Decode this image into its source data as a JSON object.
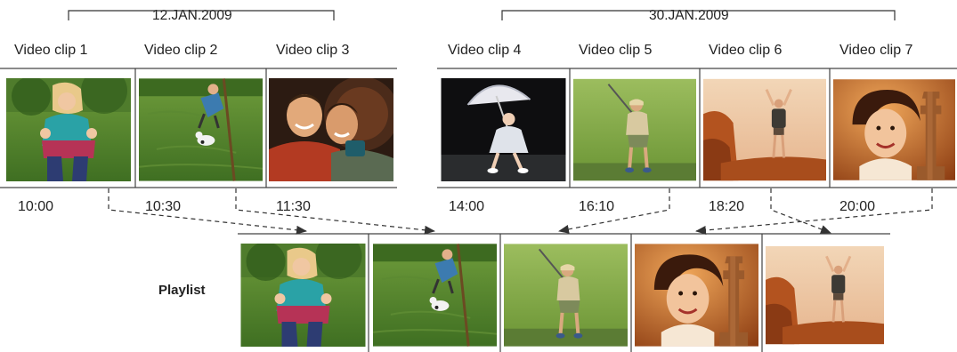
{
  "groups": [
    {
      "date": "12.JAN.2009"
    },
    {
      "date": "30.JAN.2009"
    }
  ],
  "clips": [
    {
      "label": "Video clip 1",
      "time": "10:00",
      "scene": "woman-jogging"
    },
    {
      "label": "Video clip 2",
      "time": "10:30",
      "scene": "child-with-dog-on-grass"
    },
    {
      "label": "Video clip 3",
      "time": "11:30",
      "scene": "two-men-smiling"
    },
    {
      "label": "Video clip 4",
      "time": "14:00",
      "scene": "girl-with-umbrella"
    },
    {
      "label": "Video clip 5",
      "time": "16:10",
      "scene": "golfer-swinging"
    },
    {
      "label": "Video clip 6",
      "time": "18:20",
      "scene": "hiker-on-rock"
    },
    {
      "label": "Video clip 7",
      "time": "20:00",
      "scene": "woman-portrait"
    }
  ],
  "playlist": {
    "label": "Playlist",
    "items": [
      {
        "clip": "Video clip 1",
        "scene": "woman-jogging"
      },
      {
        "clip": "Video clip 2",
        "scene": "child-with-dog-on-grass"
      },
      {
        "clip": "Video clip 5",
        "scene": "golfer-swinging"
      },
      {
        "clip": "Video clip 7",
        "scene": "woman-portrait"
      },
      {
        "clip": "Video clip 6",
        "scene": "hiker-on-rock"
      }
    ]
  }
}
